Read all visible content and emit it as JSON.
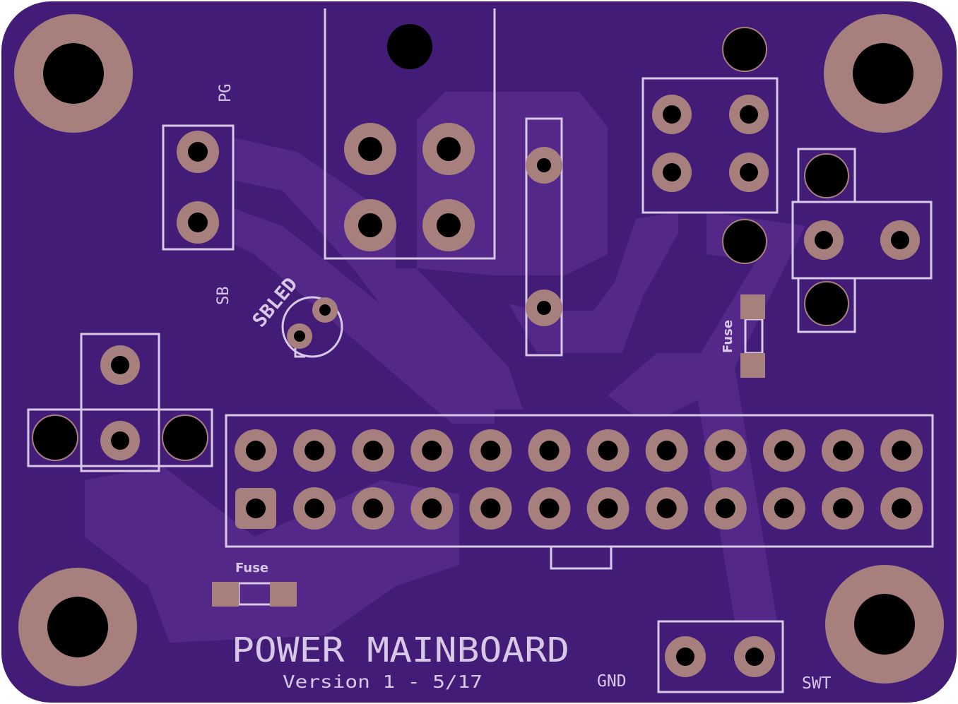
{
  "board": {
    "title": "POWER MAINBOARD",
    "version": "Version 1 - 5/17",
    "colors": {
      "substrate": "#431c78",
      "copper_pour": "#55298a",
      "trace": "#5a2d90",
      "pad": "#a7807d",
      "pad_border": "#8a6a6e",
      "drill": "#000000",
      "silkscreen": "#d7c9e6"
    }
  },
  "labels": {
    "pg": "PG",
    "sb": "SB",
    "sbled": "SBLED",
    "fuse_right": "Fuse",
    "fuse_bottom": "Fuse",
    "gnd": "GND",
    "swt": "SWT"
  }
}
